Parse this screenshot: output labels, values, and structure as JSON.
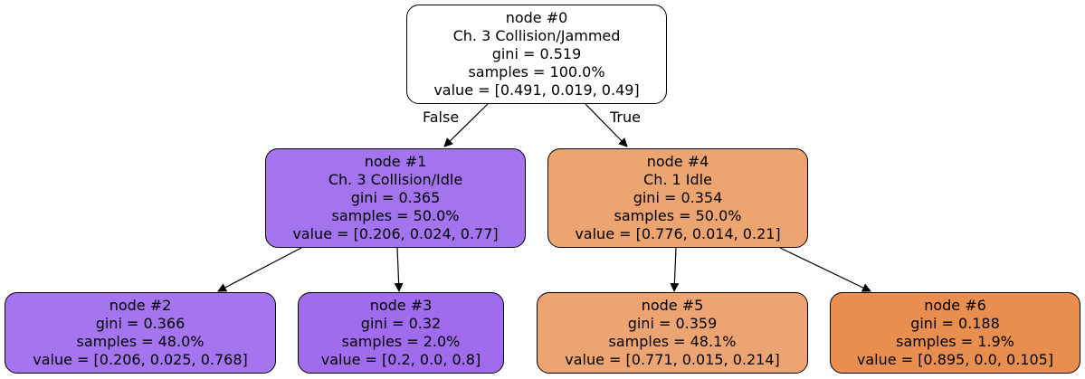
{
  "nodes": [
    {
      "id": "node-0",
      "title": "node #0",
      "split": "Ch. 3 Collision/Jammed",
      "gini": "gini = 0.519",
      "samples": "samples = 100.0%",
      "value": "value = [0.491, 0.019, 0.49]",
      "fill": "#ffffff"
    },
    {
      "id": "node-1",
      "title": "node #1",
      "split": "Ch. 3 Collision/Idle",
      "gini": "gini = 0.365",
      "samples": "samples = 50.0%",
      "value": "value = [0.206, 0.024, 0.77]",
      "fill": "#a474ee"
    },
    {
      "id": "node-2",
      "title": "node #2",
      "gini": "gini = 0.366",
      "samples": "samples = 48.0%",
      "value": "value = [0.206, 0.025, 0.768]",
      "fill": "#a475ee"
    },
    {
      "id": "node-3",
      "title": "node #3",
      "gini": "gini = 0.32",
      "samples": "samples = 2.0%",
      "value": "value = [0.2, 0.0, 0.8]",
      "fill": "#a06bec"
    },
    {
      "id": "node-4",
      "title": "node #4",
      "split": "Ch. 1 Idle",
      "gini": "gini = 0.354",
      "samples": "samples = 50.0%",
      "value": "value = [0.776, 0.014, 0.21]",
      "fill": "#eca470"
    },
    {
      "id": "node-5",
      "title": "node #5",
      "gini": "gini = 0.359",
      "samples": "samples = 48.1%",
      "value": "value = [0.771, 0.015, 0.214]",
      "fill": "#eca572"
    },
    {
      "id": "node-6",
      "title": "node #6",
      "gini": "gini = 0.188",
      "samples": "samples = 1.9%",
      "value": "value = [0.895, 0.0, 0.105]",
      "fill": "#e88f50"
    }
  ],
  "edges": [
    {
      "from": "node-0",
      "to": "node-1",
      "label": "False"
    },
    {
      "from": "node-0",
      "to": "node-4",
      "label": "True"
    },
    {
      "from": "node-1",
      "to": "node-2"
    },
    {
      "from": "node-1",
      "to": "node-3"
    },
    {
      "from": "node-4",
      "to": "node-5"
    },
    {
      "from": "node-4",
      "to": "node-6"
    }
  ]
}
